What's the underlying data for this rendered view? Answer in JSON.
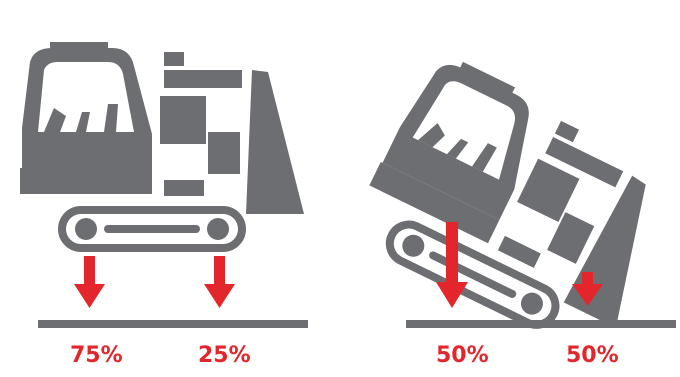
{
  "colors": {
    "machine": "#6d6e71",
    "arrow": "#e3262b",
    "ground": "#6d6e71",
    "label": "#e3262b",
    "background": "#ffffff"
  },
  "panels": [
    {
      "name": "level",
      "labels": {
        "left": "75%",
        "right": "25%"
      },
      "load_fraction": {
        "left": 0.75,
        "right": 0.25
      }
    },
    {
      "name": "tilted",
      "labels": {
        "left": "50%",
        "right": "50%"
      },
      "load_fraction": {
        "left": 0.5,
        "right": 0.5
      }
    }
  ]
}
